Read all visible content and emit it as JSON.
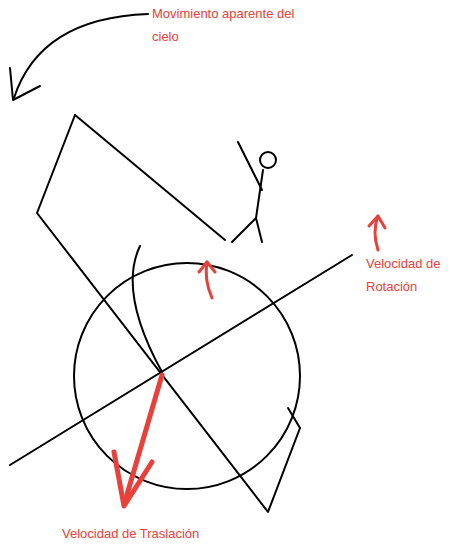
{
  "diagram": {
    "labels": [
      "Movimiento aparente del cielo",
      "Velocidad de Rotación",
      "Velocidad de Traslación"
    ]
  }
}
